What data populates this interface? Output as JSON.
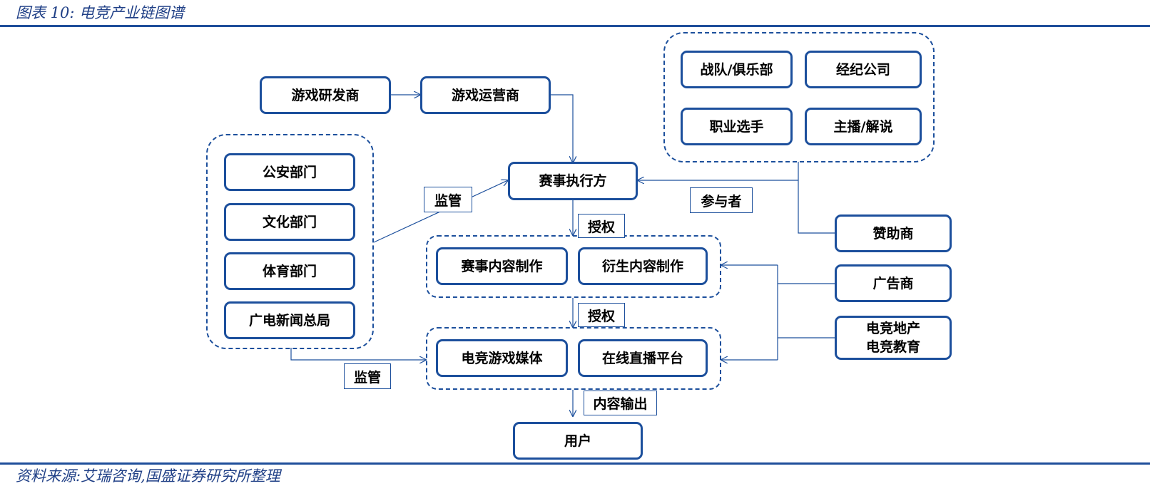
{
  "caption": "图表 10:  电竞产业链图谱",
  "source": "资料来源:艾瑞咨询,国盛证券研究所整理",
  "nodes": {
    "dev": "游戏研发商",
    "operator": "游戏运营商",
    "organizer": "赛事执行方",
    "police": "公安部门",
    "culture": "文化部门",
    "sports": "体育部门",
    "broadcast": "广电新闻总局",
    "team": "战队/俱乐部",
    "agency": "经纪公司",
    "player": "职业选手",
    "host": "主播/解说",
    "event_content": "赛事内容制作",
    "derivative_content": "衍生内容制作",
    "media": "电竞游戏媒体",
    "live_platform": "在线直播平台",
    "user": "用户",
    "sponsor": "赞助商",
    "advertiser": "广告商",
    "realestate_edu": "电竞地产\n电竞教育"
  },
  "labels": {
    "supervise_1": "监管",
    "supervise_2": "监管",
    "participants": "参与者",
    "authorize_1": "授权",
    "authorize_2": "授权",
    "content_output": "内容输出"
  }
}
